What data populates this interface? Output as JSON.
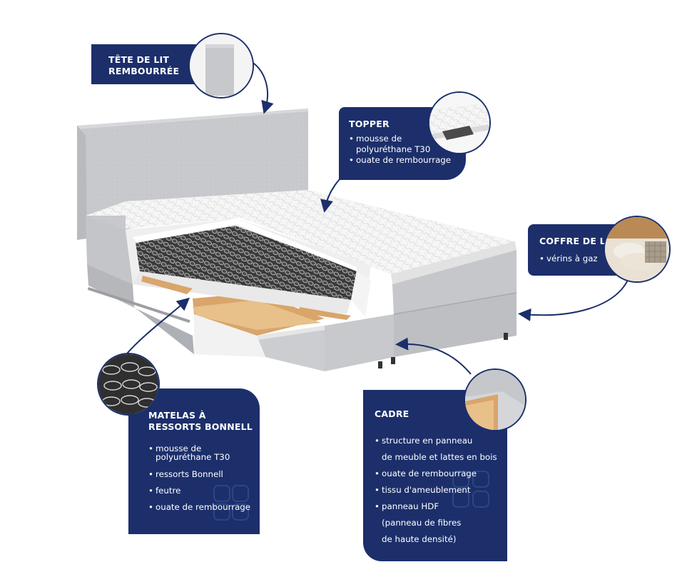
{
  "callouts": {
    "headboard": {
      "title_line1": "TÊTE DE LIT",
      "title_line2": "REMBOURRÉE"
    },
    "topper": {
      "title": "TOPPER",
      "items": [
        "mousse de",
        "polyuréthane T30",
        "ouate de rembourrage"
      ]
    },
    "storage": {
      "title": "COFFRE DE LIT",
      "items": [
        "vérins à gaz"
      ]
    },
    "mattress": {
      "title_line1": "MATELAS À",
      "title_line2": "RESSORTS BONNELL",
      "items": [
        "mousse de",
        "polyuréthane T30",
        "ressorts Bonnell",
        "feutre",
        "ouate de rembourrage"
      ]
    },
    "frame": {
      "title": "CADRE",
      "items": [
        "structure en panneau",
        "de meuble et lattes en bois",
        "ouate de rembourrage",
        "tissu d'ameublement",
        "panneau HDF",
        "(panneau de fibres",
        "de haute densité)"
      ]
    }
  },
  "colors": {
    "navy": "#1c2f6b",
    "fabric": "#c9cbcf",
    "topper": "#f3f3f3",
    "wood": "#d9a56b"
  },
  "icons": [
    "arrow-curve-icon",
    "spring-icon",
    "pillow-icon",
    "wood-corner-icon",
    "knit-pattern-icon"
  ]
}
